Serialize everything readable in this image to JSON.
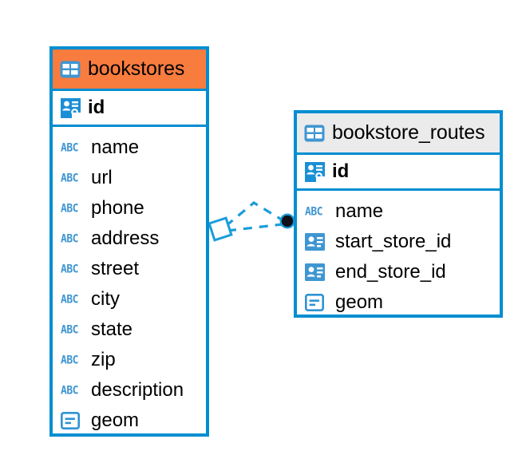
{
  "diagram": {
    "type": "entity-relationship-diagram",
    "background_color": "#ffffff",
    "accent_color": "#008ed1",
    "highlight_color": "#f97c3f",
    "neutral_header_color": "#ebebeb",
    "icon_color": "#3f96d2"
  },
  "tables": [
    {
      "id": "bookstores",
      "title": "bookstores",
      "header_style": "accent",
      "header_icon": "table-icon",
      "primary_key": {
        "name": "id",
        "icon": "primary-key-icon"
      },
      "fields": [
        {
          "name": "name",
          "icon": "abc-icon",
          "icon_text": "ABC"
        },
        {
          "name": "url",
          "icon": "abc-icon",
          "icon_text": "ABC"
        },
        {
          "name": "phone",
          "icon": "abc-icon",
          "icon_text": "ABC"
        },
        {
          "name": "address",
          "icon": "abc-icon",
          "icon_text": "ABC"
        },
        {
          "name": "street",
          "icon": "abc-icon",
          "icon_text": "ABC"
        },
        {
          "name": "city",
          "icon": "abc-icon",
          "icon_text": "ABC"
        },
        {
          "name": "state",
          "icon": "abc-icon",
          "icon_text": "ABC"
        },
        {
          "name": "zip",
          "icon": "abc-icon",
          "icon_text": "ABC"
        },
        {
          "name": "description",
          "icon": "abc-icon",
          "icon_text": "ABC"
        },
        {
          "name": "geom",
          "icon": "geometry-icon",
          "icon_text": ""
        }
      ]
    },
    {
      "id": "bookstore_routes",
      "title": "bookstore_routes",
      "header_style": "neutral",
      "header_icon": "table-icon",
      "primary_key": {
        "name": "id",
        "icon": "primary-key-icon"
      },
      "fields": [
        {
          "name": "name",
          "icon": "abc-icon",
          "icon_text": "ABC"
        },
        {
          "name": "start_store_id",
          "icon": "foreign-key-icon",
          "icon_text": ""
        },
        {
          "name": "end_store_id",
          "icon": "foreign-key-icon",
          "icon_text": ""
        },
        {
          "name": "geom",
          "icon": "geometry-icon",
          "icon_text": ""
        }
      ]
    }
  ],
  "relationship": {
    "name": "bookstores-to-bookstore-routes",
    "line_style": "dashed",
    "line_color": "#1b9dd9",
    "source_marker": "diamond",
    "target_marker": "filled-circle",
    "target_marker_color": "#101018"
  }
}
